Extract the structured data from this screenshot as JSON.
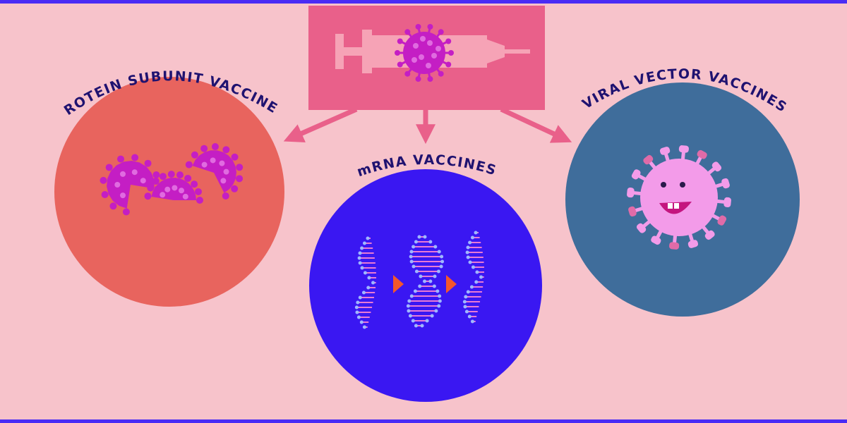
{
  "colors": {
    "background": "#f7c3cb",
    "border": "#4a2cf5",
    "syringe_panel": "#e9608a",
    "arrow": "#e9608a",
    "label_text": "#1f1270",
    "protein_circle": "#e8645e",
    "mrna_circle": "#3a17f2",
    "viral_circle": "#3f6d9b",
    "virus_magenta": "#c41ec4",
    "virus_spot": "#e06be0",
    "friendly_virus": "#f39be9",
    "strand_pink": "#e87ad4",
    "strand_blue": "#9fb7ff",
    "chevron_orange": "#f4572c"
  },
  "labels": {
    "protein": "PROTEIN SUBUNIT VACCINES",
    "mrna": "mRNA VACCINES",
    "viral": "VIRAL VECTOR VACCINES"
  },
  "icons": {
    "syringe": "syringe-icon",
    "virus": "coronavirus-icon",
    "protein_fragments": "protein-fragment-icon",
    "rna": "rna-strand-icon",
    "arrow": "chevron-right-icon",
    "friendly_virus": "smiling-virus-icon"
  }
}
